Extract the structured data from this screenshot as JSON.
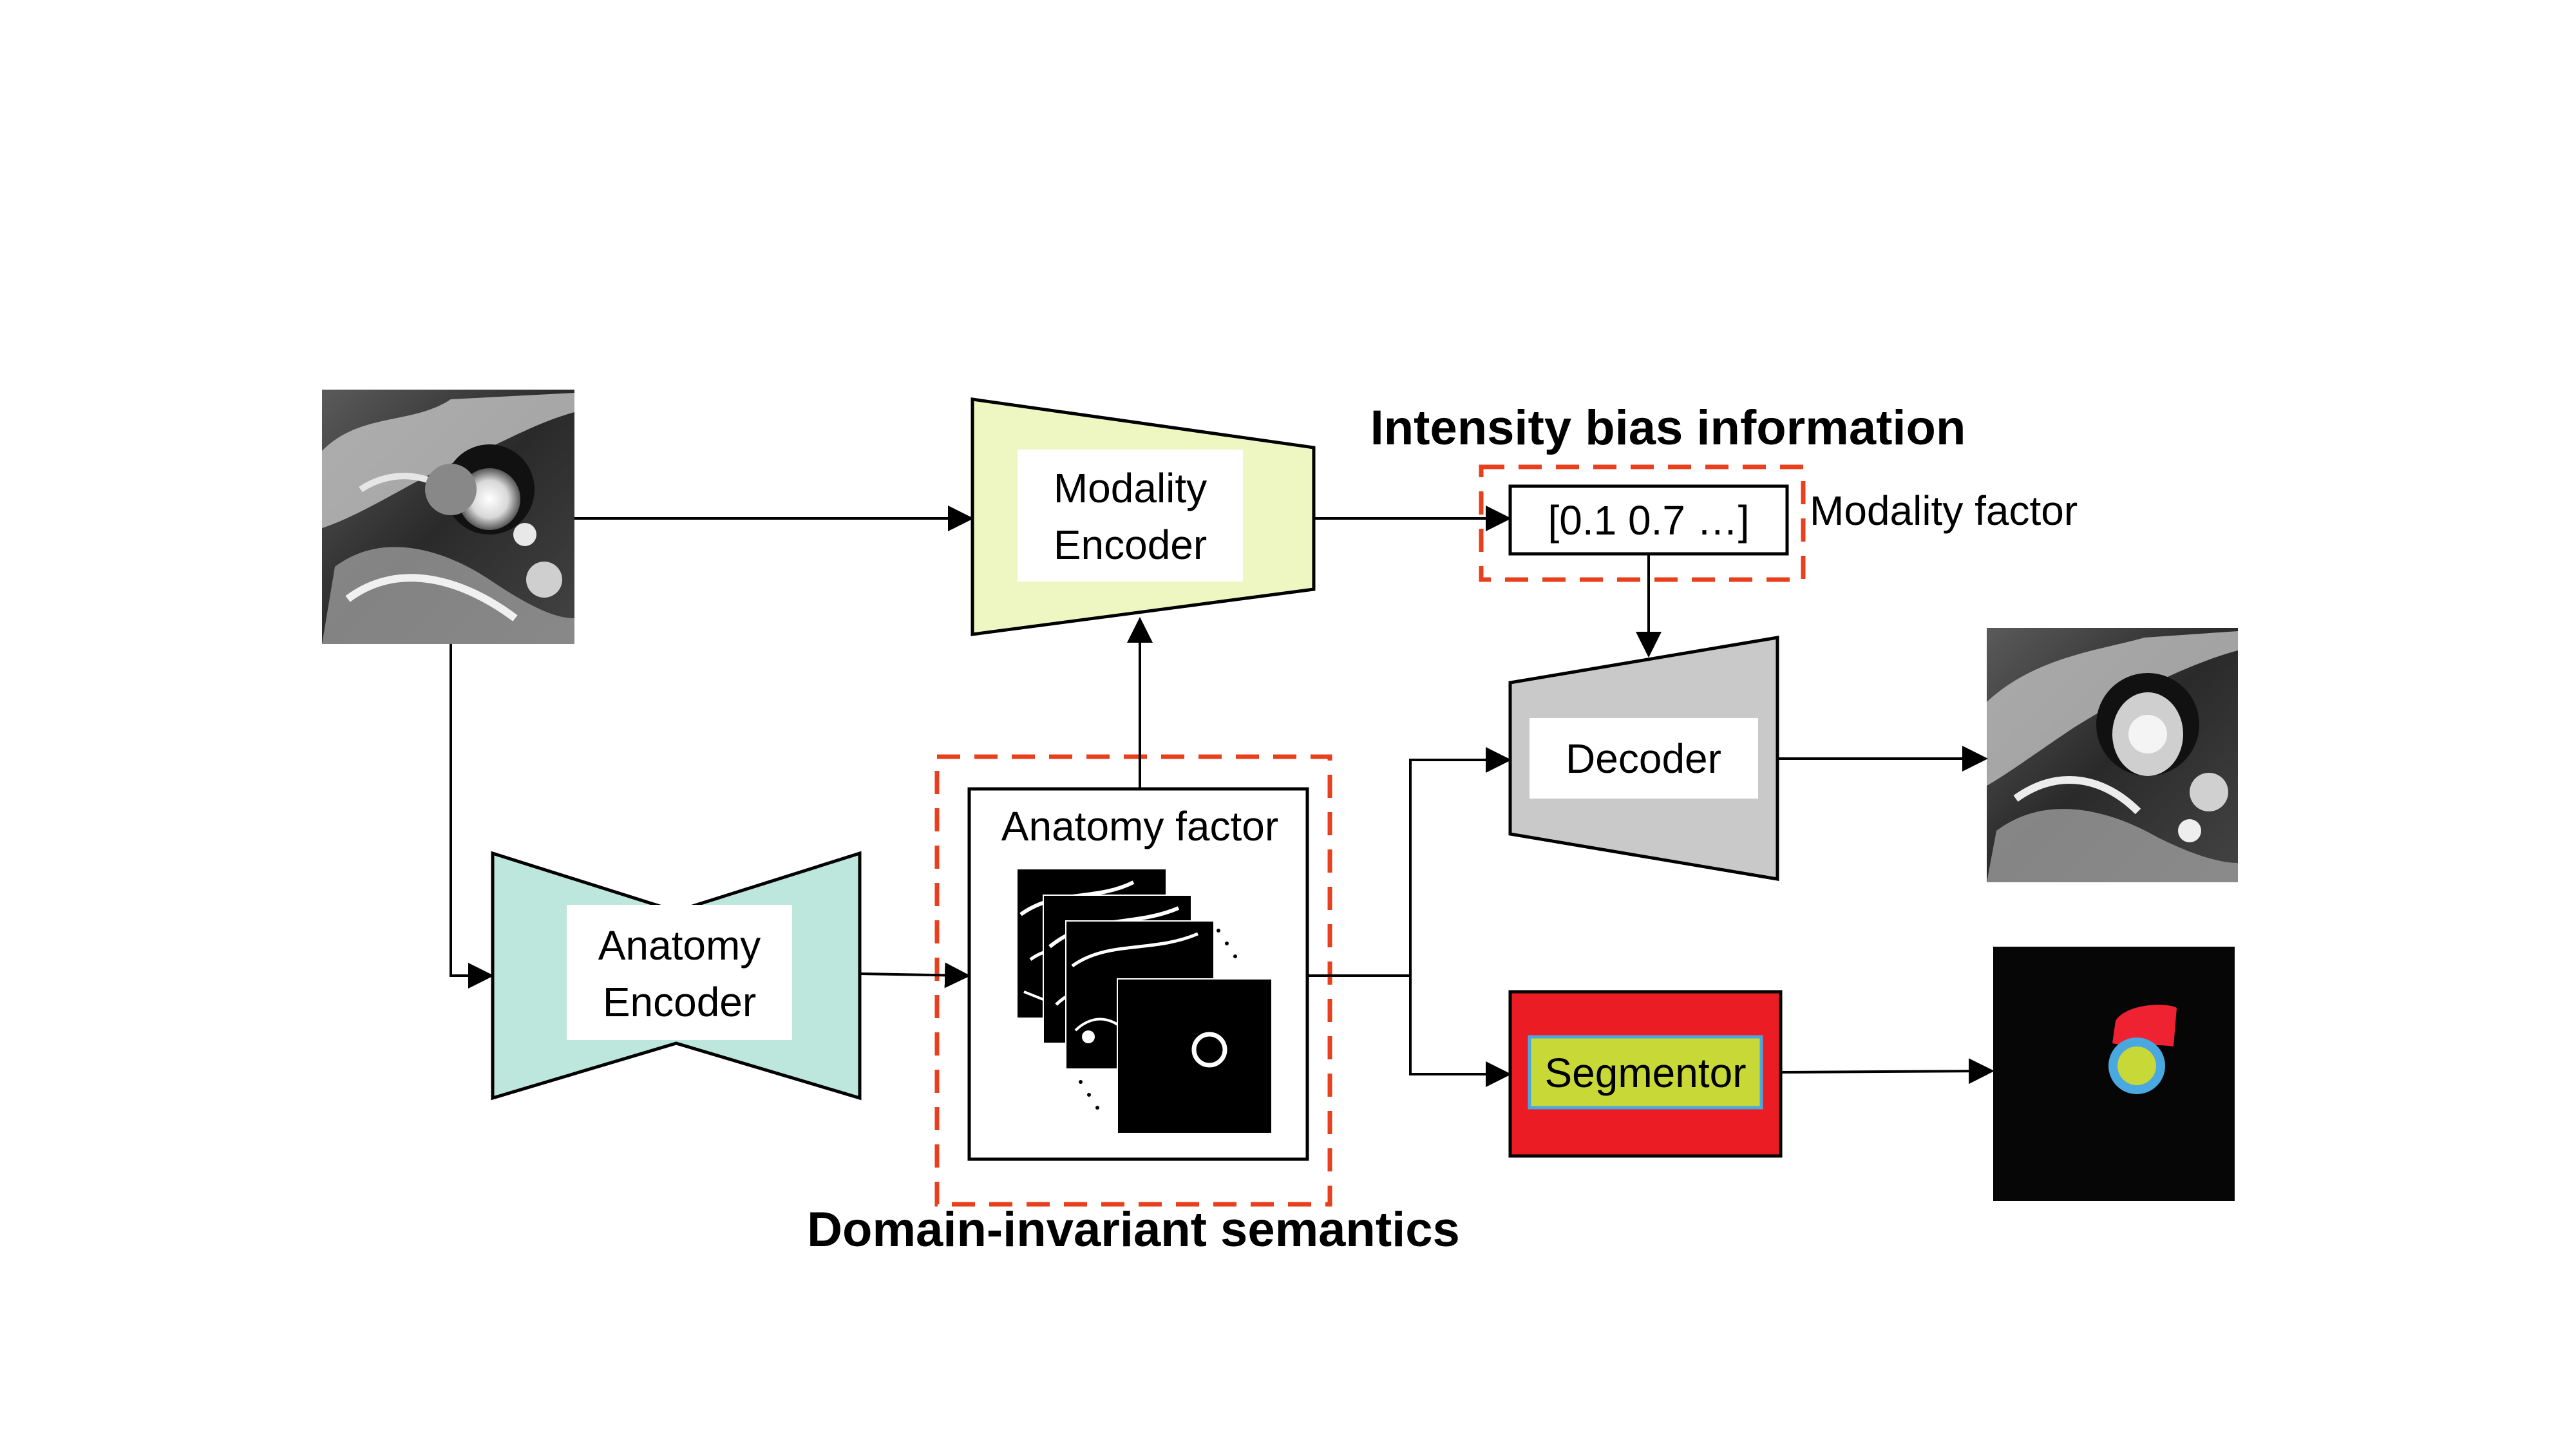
{
  "diagram": {
    "titles": {
      "intensity_bias": "Intensity bias information",
      "domain_invariant": "Domain-invariant semantics"
    },
    "nodes": {
      "modality_encoder": {
        "line1": "Modality",
        "line2": "Encoder"
      },
      "anatomy_encoder": {
        "line1": "Anatomy",
        "line2": "Encoder"
      },
      "decoder": "Decoder",
      "segmentor": "Segmentor",
      "anatomy_factor": "Anatomy factor",
      "modality_vector": "[0.1 0.7 …]",
      "modality_factor": "Modality factor"
    },
    "colors": {
      "modality_encoder_fill": "#eef7c2",
      "anatomy_encoder_fill": "#bde6dc",
      "decoder_fill": "#c9c9c9",
      "segmentor_outer": "#ec1c24",
      "segmentor_inner": "#c8d836",
      "dashed_highlight": "#e8401c",
      "seg_red": "#ee2230",
      "seg_blue": "#4aa8e0",
      "seg_yellow": "#c8d836"
    },
    "images": {
      "input_mri": "cardiac-mri-input",
      "reconstructed_mri": "cardiac-mri-reconstruction",
      "segmentation_mask": "segmentation-mask",
      "anatomy_channels": "anatomy-factor-channels"
    }
  }
}
